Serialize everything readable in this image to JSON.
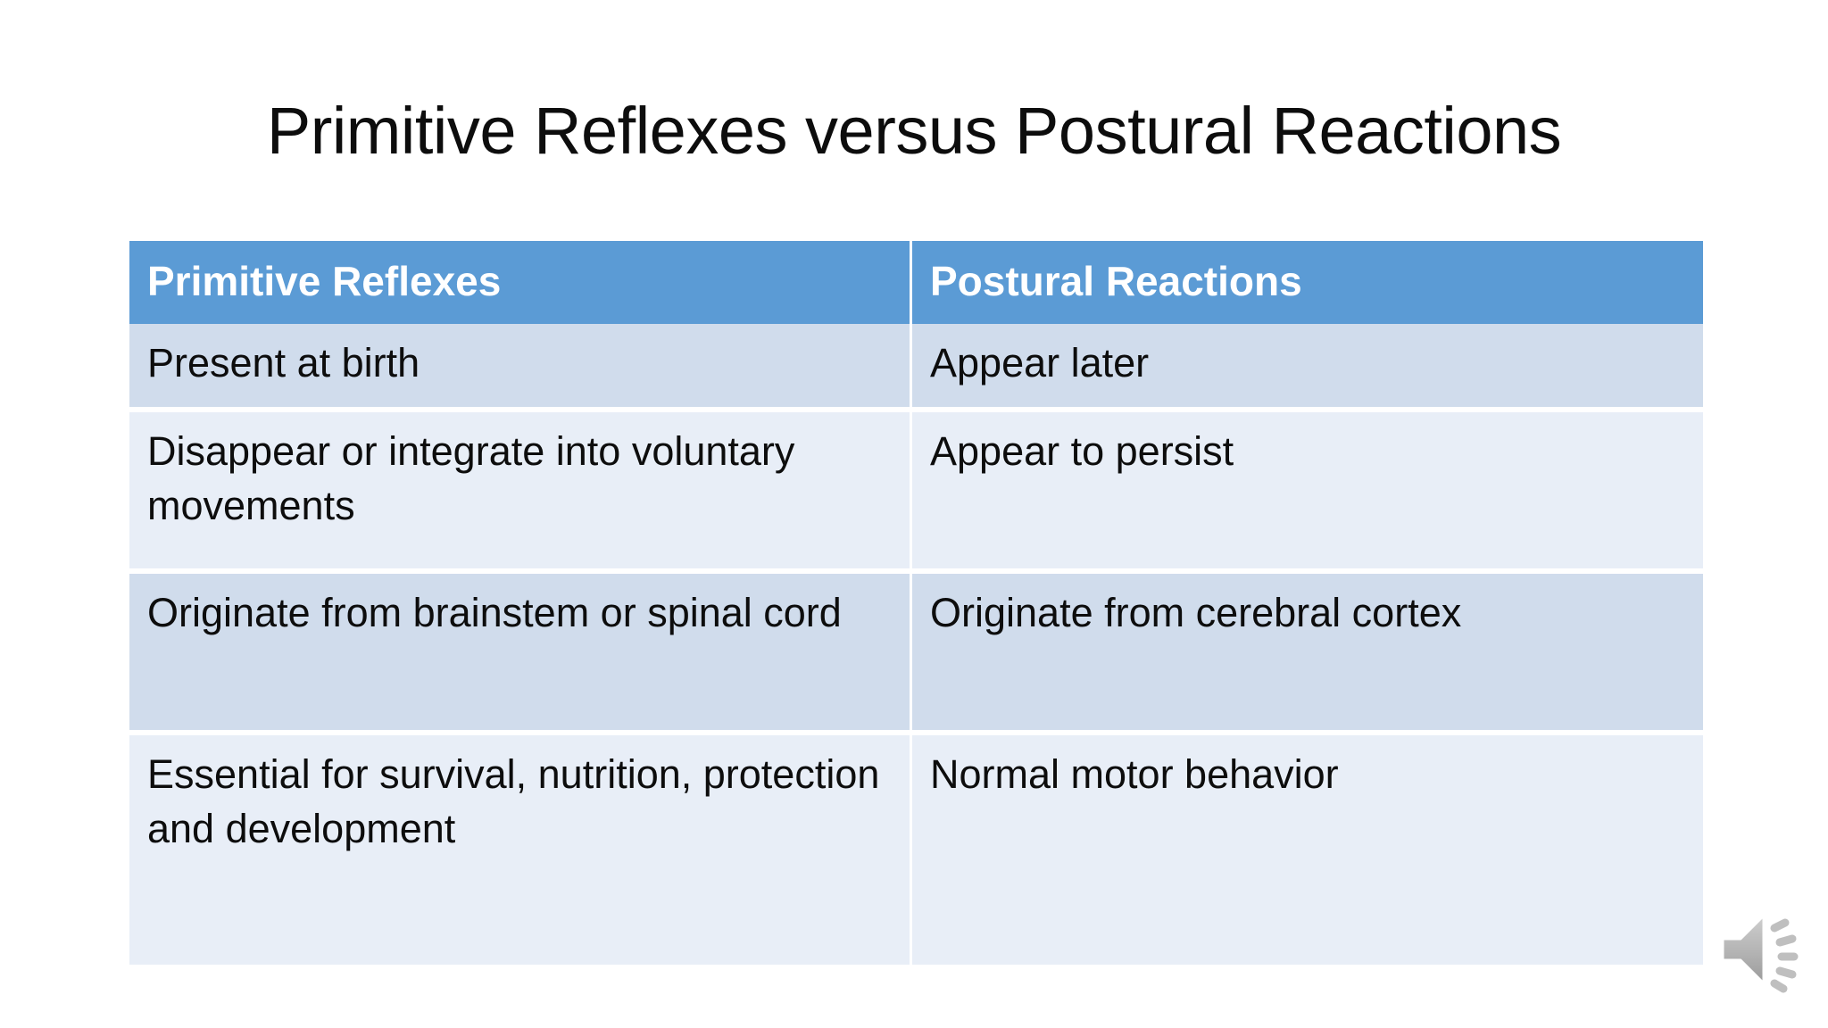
{
  "slide": {
    "title": "Primitive Reflexes versus Postural Reactions",
    "background_color": "#FFFFFF"
  },
  "table": {
    "header_fill": "#5B9BD5",
    "header_text_color": "#FFFFFF",
    "band_dark": "#D0DCEC",
    "band_light": "#E8EEF7",
    "columns": [
      "Primitive Reflexes",
      "Postural Reactions"
    ],
    "rows": [
      {
        "primitive_reflexes": "Present at birth",
        "postural_reactions": "Appear later"
      },
      {
        "primitive_reflexes": "Disappear or integrate into voluntary movements",
        "postural_reactions": "Appear to persist"
      },
      {
        "primitive_reflexes": "Originate from brainstem or spinal cord",
        "postural_reactions": "Originate from cerebral cortex"
      },
      {
        "primitive_reflexes": "Essential for survival, nutrition, protection and development",
        "postural_reactions": "Normal motor behavior"
      }
    ]
  },
  "media": {
    "audio_icon": "speaker-icon",
    "audio_icon_color": "#A6A6A6"
  }
}
